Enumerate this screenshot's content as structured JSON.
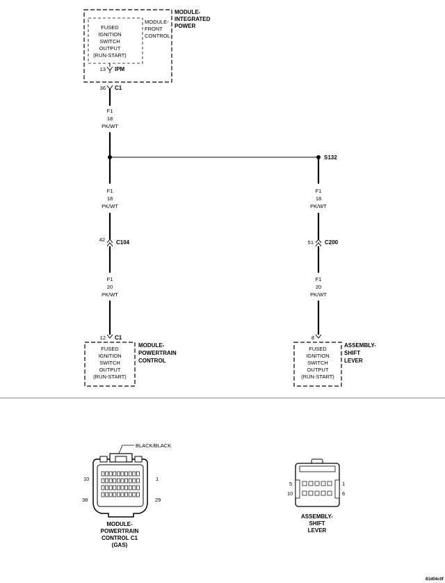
{
  "ipm": {
    "title": [
      "MODULE-",
      "INTEGRATED",
      "POWER"
    ],
    "inner_title": [
      "MODULE-",
      "FRONT",
      "CONTROL"
    ],
    "function": [
      "FUSED",
      "IGNITION",
      "SWITCH",
      "OUTPUT",
      "(RUN-START)"
    ],
    "pin": "13",
    "connector": "IPM"
  },
  "c1_top": {
    "pin": "36",
    "connector": "C1"
  },
  "wire_upper_left": [
    "F1",
    "18",
    "PK/WT"
  ],
  "splice": "S132",
  "wire_mid_left": [
    "F1",
    "18",
    "PK/WT"
  ],
  "wire_mid_right": [
    "F1",
    "18",
    "PK/WT"
  ],
  "c104": {
    "pin": "42",
    "connector": "C104"
  },
  "c200": {
    "pin": "51",
    "connector": "C200"
  },
  "wire_low_left": [
    "F1",
    "20",
    "PK/WT"
  ],
  "wire_low_right": [
    "F1",
    "20",
    "PK/WT"
  ],
  "pcm": {
    "pin": "12",
    "connector": "C1",
    "function": [
      "FUSED",
      "IGNITION",
      "SWITCH",
      "OUTPUT",
      "(RUN-START)"
    ],
    "title": [
      "MODULE-",
      "POWERTRAIN",
      "CONTROL"
    ]
  },
  "asl": {
    "pin": "8",
    "function": [
      "FUSED",
      "IGNITION",
      "SWITCH",
      "OUTPUT",
      "(RUN-START)"
    ],
    "title": [
      "ASSEMBLY-",
      "SHIFT",
      "LEVER"
    ]
  },
  "connector_pcm": {
    "color": "BLACK/BLACK",
    "pins": [
      "10",
      "1",
      "38",
      "29"
    ],
    "caption": [
      "MODULE-",
      "POWERTRAIN",
      "CONTROL C1",
      "(GAS)"
    ]
  },
  "connector_asl": {
    "pins": [
      "5",
      "1",
      "10",
      "6"
    ],
    "caption": [
      "ASSEMBLY-",
      "SHIFT",
      "LEVER"
    ]
  },
  "figure_id": "81d04c0f"
}
